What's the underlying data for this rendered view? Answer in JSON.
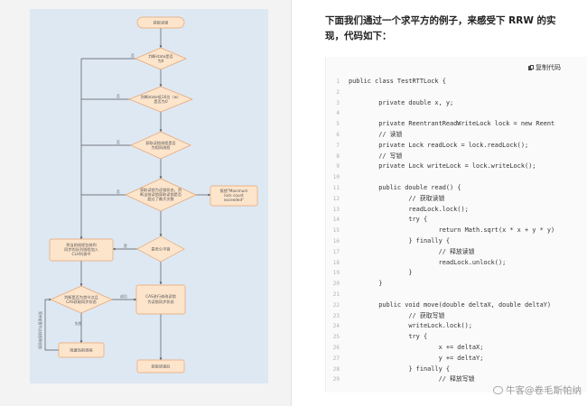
{
  "flowchart": {
    "nodes": {
      "start": "获取读锁",
      "check_state": [
        "判断state是否",
        "为0"
      ],
      "check_write": [
        "判断state低16位（w）",
        "是否为0"
      ],
      "check_owner": [
        "获取读锁线程是否",
        "为相同线程"
      ],
      "check_max": [
        "获取读锁为读锁状态，判",
        "断当前读锁获取读锁是否",
        "超过了最大次数"
      ],
      "max_error": [
        "报错\"Maximum",
        "lock count",
        "exceeded\""
      ],
      "check_fair": "是否公平锁",
      "enqueue": [
        "将当前线程包装到",
        "同步的队列线程加入",
        "CLH列表中"
      ],
      "check_head": [
        "判断是否为首节点且",
        "CAS获取同步状态"
      ],
      "cas_read": [
        "CAS进行修改读锁",
        "为读锁同步状态"
      ],
      "block": "阻塞当前线程",
      "end": "获取读锁后",
      "side_note": "等待前置节点线程释放锁"
    },
    "edge_labels": {
      "no": "否",
      "yes": "是",
      "fail": "失败",
      "success": "成功"
    }
  },
  "article": {
    "intro": "下面我们通过一个求平方的例子，来感受下 RRW 的实现，代码如下：",
    "copy_label": "复制代码",
    "code": [
      {
        "n": "1",
        "t": "public class TestRTTLock {"
      },
      {
        "n": "2",
        "t": ""
      },
      {
        "n": "3",
        "t": "        private double x, y;"
      },
      {
        "n": "4",
        "t": ""
      },
      {
        "n": "5",
        "t": "        private ReentrantReadWriteLock lock = new Reent"
      },
      {
        "n": "6",
        "t": "        // 读锁"
      },
      {
        "n": "7",
        "t": "        private Lock readLock = lock.readLock();"
      },
      {
        "n": "8",
        "t": "        // 写锁"
      },
      {
        "n": "9",
        "t": "        private Lock writeLock = lock.writeLock();"
      },
      {
        "n": "10",
        "t": ""
      },
      {
        "n": "11",
        "t": "        public double read() {"
      },
      {
        "n": "12",
        "t": "                // 获取读锁"
      },
      {
        "n": "13",
        "t": "                readLock.lock();"
      },
      {
        "n": "14",
        "t": "                try {"
      },
      {
        "n": "15",
        "t": "                        return Math.sqrt(x * x + y * y)"
      },
      {
        "n": "16",
        "t": "                } finally {"
      },
      {
        "n": "17",
        "t": "                        // 释放读锁"
      },
      {
        "n": "18",
        "t": "                        readLock.unlock();"
      },
      {
        "n": "19",
        "t": "                }"
      },
      {
        "n": "20",
        "t": "        }"
      },
      {
        "n": "21",
        "t": ""
      },
      {
        "n": "22",
        "t": "        public void move(double deltaX, double deltaY)"
      },
      {
        "n": "23",
        "t": "                // 获取写锁"
      },
      {
        "n": "24",
        "t": "                writeLock.lock();"
      },
      {
        "n": "25",
        "t": "                try {"
      },
      {
        "n": "26",
        "t": "                        x += deltaX;"
      },
      {
        "n": "27",
        "t": "                        y += deltaY;"
      },
      {
        "n": "28",
        "t": "                } finally {"
      },
      {
        "n": "29",
        "t": "                        // 释放写锁"
      }
    ],
    "watermark": "牛客@卷毛斯帕纳"
  }
}
